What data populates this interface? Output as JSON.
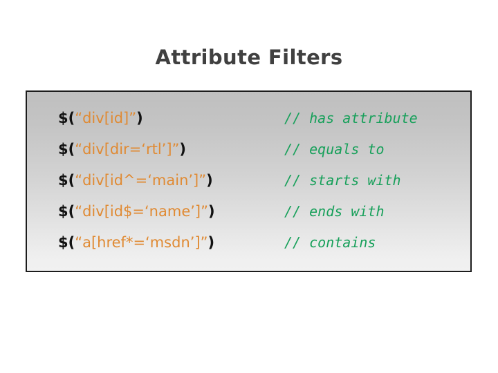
{
  "slide": {
    "title": "Attribute Filters",
    "title_color": "#404040",
    "panel": {
      "border_color": "#1c1c1c",
      "gradient_from": "#bfbfbf",
      "gradient_to": "#f1f1f1",
      "code_color": "#111111",
      "string_color": "#e08a33",
      "comment_color": "#17a05a",
      "rows": [
        {
          "prefix": "$(",
          "string": "“div[id]”",
          "suffix": ")",
          "expression": "$(“div[id]”)",
          "comment": "// has attribute"
        },
        {
          "prefix": "$(",
          "string": "“div[dir=‘rtl’]”",
          "suffix": ")",
          "expression": "$(“div[dir=‘rtl’]”)",
          "comment": "// equals to"
        },
        {
          "prefix": "$(",
          "string": "“div[id^=‘main’]”",
          "suffix": ")",
          "expression": "$(“div[id^=‘main’]”)",
          "comment": "// starts with"
        },
        {
          "prefix": "$(",
          "string": "“div[id$=‘name’]”",
          "suffix": ")",
          "expression": "$(“div[id$=‘name’]”)",
          "comment": "// ends with"
        },
        {
          "prefix": "$(",
          "string": "“a[href*=‘msdn’]”",
          "suffix": ")",
          "expression": "$(“a[href*=‘msdn’]”)",
          "comment": "// contains"
        }
      ]
    }
  }
}
